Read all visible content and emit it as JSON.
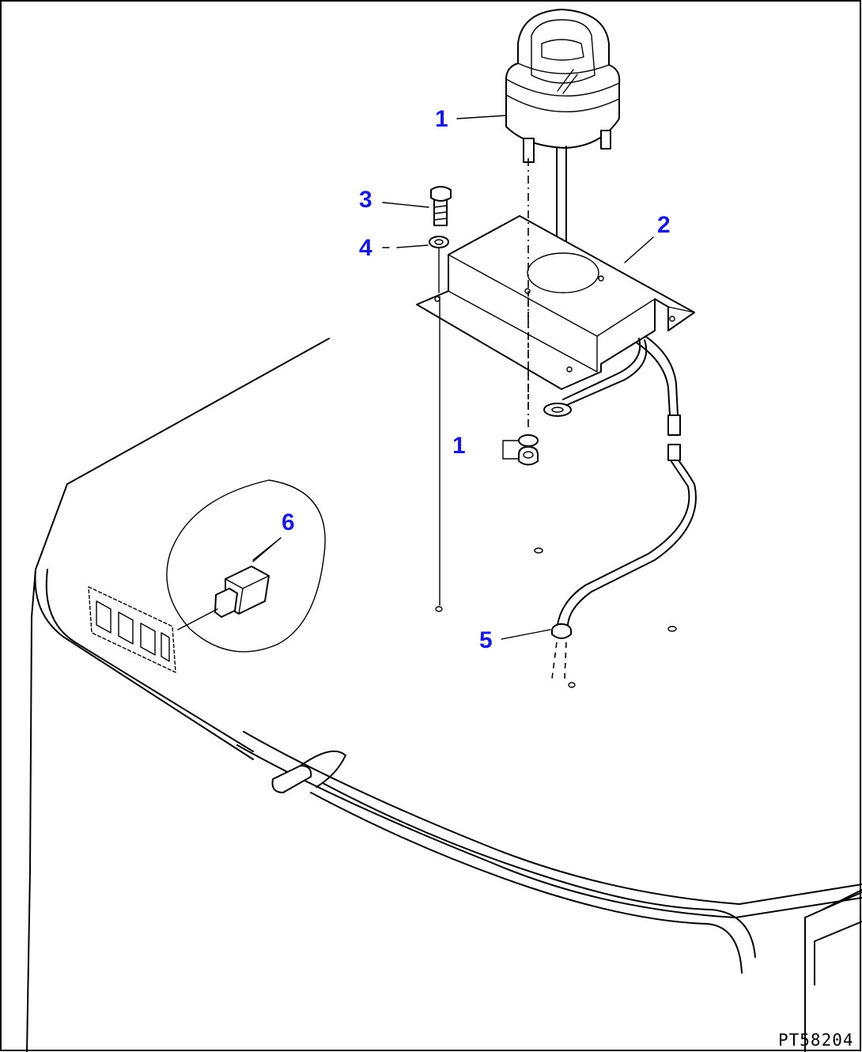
{
  "diagram": {
    "accent_color": "#1a1ad6",
    "ink_color": "#000000",
    "figure_code": "PT58204",
    "callouts": [
      {
        "id": "1",
        "label": "1",
        "part": "rotary-beacon-lamp"
      },
      {
        "id": "2",
        "label": "2",
        "part": "mounting-bracket"
      },
      {
        "id": "3",
        "label": "3",
        "part": "bolt"
      },
      {
        "id": "4",
        "label": "4",
        "part": "washer"
      },
      {
        "id": "5",
        "label": "5",
        "part": "grommet"
      },
      {
        "id": "6",
        "label": "6",
        "part": "switch"
      },
      {
        "id": "1b",
        "label": "1",
        "part": "rotary-beacon-lamp"
      }
    ]
  }
}
